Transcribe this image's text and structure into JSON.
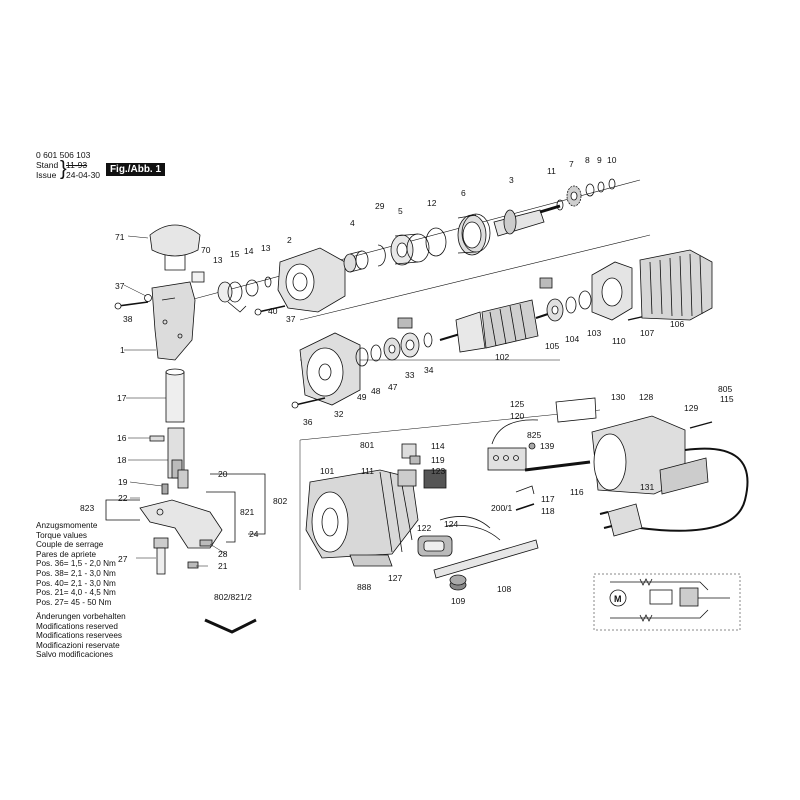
{
  "header": {
    "part_number": "0 601 506 103",
    "stand_label": "Stand",
    "issue_label": "Issue",
    "date_old": "11-93",
    "date_new": "24-04-30",
    "figure": "Fig./Abb. 1"
  },
  "torque": {
    "lines": [
      "Anzugsmomente",
      "Torque values",
      "Couple de serrage",
      "Pares de apriete",
      "Pos. 36= 1,5 - 2,0 Nm",
      "Pos. 38= 2,1 - 3,0 Nm",
      "Pos. 40= 2,1 - 3,0 Nm",
      "Pos. 21= 4,0 - 4,5 Nm",
      "Pos. 27= 45 -  50 Nm"
    ]
  },
  "modifications": {
    "lines": [
      "Änderungen vorbehalten",
      "Modifications reserved",
      "Modifications reservees",
      "Modificazioni reservate",
      "Salvo modificaciones"
    ]
  },
  "parts": [
    {
      "num": "1"
    },
    {
      "num": "2"
    },
    {
      "num": "3"
    },
    {
      "num": "4"
    },
    {
      "num": "5"
    },
    {
      "num": "6"
    },
    {
      "num": "7"
    },
    {
      "num": "8"
    },
    {
      "num": "9"
    },
    {
      "num": "10"
    },
    {
      "num": "11"
    },
    {
      "num": "12"
    },
    {
      "num": "13"
    },
    {
      "num": "13"
    },
    {
      "num": "14"
    },
    {
      "num": "15"
    },
    {
      "num": "16"
    },
    {
      "num": "17"
    },
    {
      "num": "18"
    },
    {
      "num": "19"
    },
    {
      "num": "20"
    },
    {
      "num": "21"
    },
    {
      "num": "22"
    },
    {
      "num": "24"
    },
    {
      "num": "27"
    },
    {
      "num": "28"
    },
    {
      "num": "29"
    },
    {
      "num": "32"
    },
    {
      "num": "33"
    },
    {
      "num": "34"
    },
    {
      "num": "36"
    },
    {
      "num": "37"
    },
    {
      "num": "37"
    },
    {
      "num": "38"
    },
    {
      "num": "40"
    },
    {
      "num": "47"
    },
    {
      "num": "48"
    },
    {
      "num": "49"
    },
    {
      "num": "70"
    },
    {
      "num": "71"
    },
    {
      "num": "101"
    },
    {
      "num": "102"
    },
    {
      "num": "103"
    },
    {
      "num": "104"
    },
    {
      "num": "105"
    },
    {
      "num": "106"
    },
    {
      "num": "107"
    },
    {
      "num": "108"
    },
    {
      "num": "109"
    },
    {
      "num": "110"
    },
    {
      "num": "111"
    },
    {
      "num": "114"
    },
    {
      "num": "115"
    },
    {
      "num": "116"
    },
    {
      "num": "117"
    },
    {
      "num": "118"
    },
    {
      "num": "119"
    },
    {
      "num": "120"
    },
    {
      "num": "122"
    },
    {
      "num": "123"
    },
    {
      "num": "124"
    },
    {
      "num": "125"
    },
    {
      "num": "127"
    },
    {
      "num": "128"
    },
    {
      "num": "129"
    },
    {
      "num": "130"
    },
    {
      "num": "131"
    },
    {
      "num": "139"
    },
    {
      "num": "200/1"
    },
    {
      "num": "801"
    },
    {
      "num": "802"
    },
    {
      "num": "802/821/2"
    },
    {
      "num": "805"
    },
    {
      "num": "821"
    },
    {
      "num": "823"
    },
    {
      "num": "825"
    },
    {
      "num": "888"
    }
  ],
  "schematic": {
    "motor_symbol": "M"
  }
}
